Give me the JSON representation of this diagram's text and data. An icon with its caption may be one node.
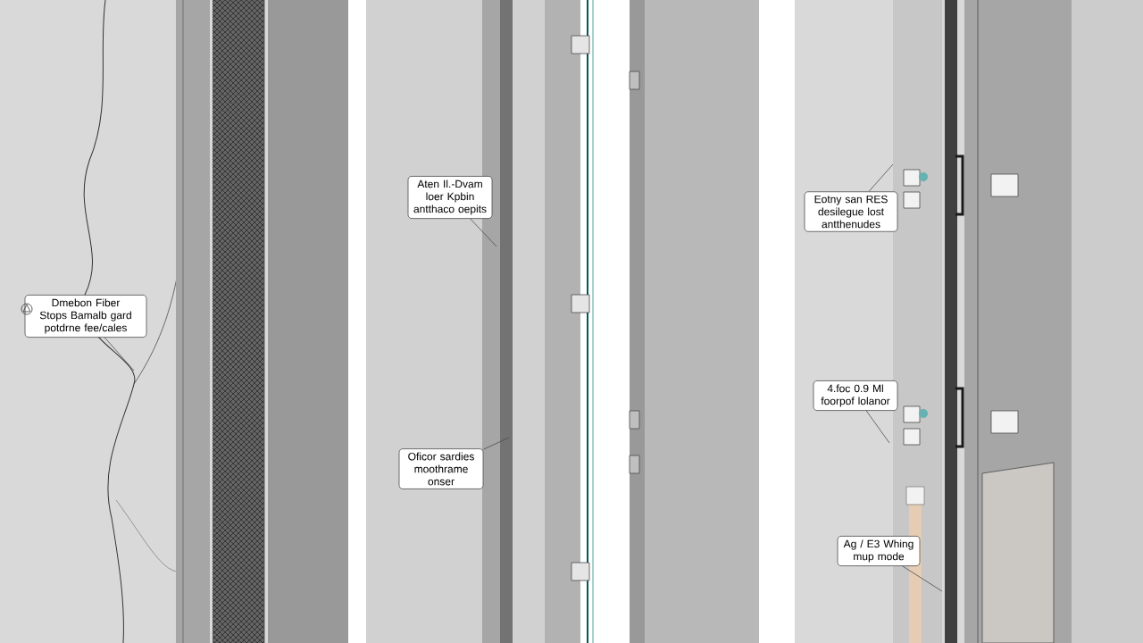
{
  "diagram": {
    "nodes": [
      {
        "text": [
          "Dmebon Fiber Stops Bamalb gard potdrne fee/cales"
        ]
      },
      {
        "text": [
          "Aten Il.-Dvam loer Kpbin antthaco oepits"
        ]
      },
      {
        "text": [
          "Oficor sardies moothrame onser"
        ]
      },
      {
        "text": [
          "Eotny san RES desilegue lost antthenudes"
        ]
      },
      {
        "text": [
          "4.foc 0.9 Ml foorpof lolanor"
        ]
      },
      {
        "text": [
          "Ag / E3 Whing mup mode"
        ]
      }
    ],
    "edges": [
      {
        "from": 0,
        "to": null,
        "arrow": "none"
      },
      {
        "from": 1,
        "to": null,
        "arrow": "none"
      },
      {
        "from": 2,
        "to": null,
        "arrow": "none"
      },
      {
        "from": 3,
        "to": null,
        "arrow": "none"
      },
      {
        "from": 4,
        "to": null,
        "arrow": "none"
      },
      {
        "from": 5,
        "to": null,
        "arrow": "none"
      }
    ]
  }
}
